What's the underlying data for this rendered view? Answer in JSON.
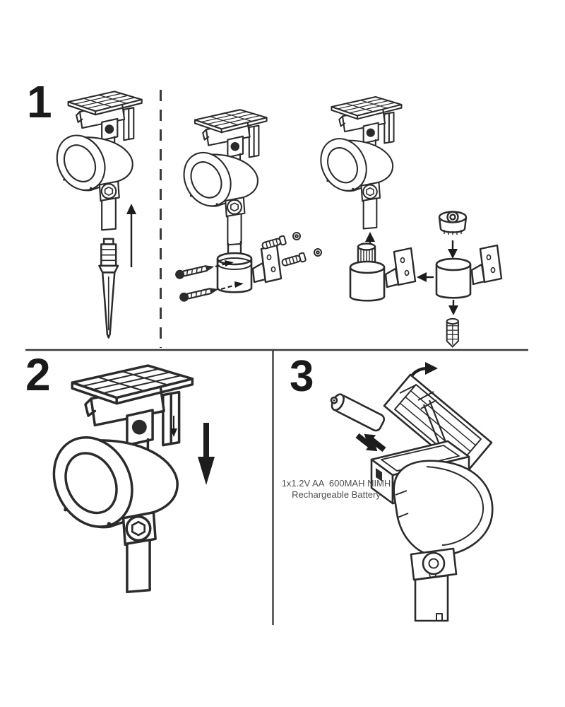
{
  "page": {
    "background": "#ffffff"
  },
  "colors": {
    "line": "#2b2b2b",
    "divider": "#3a3a3a",
    "arrow_fill": "#1d1d1d",
    "number_text": "#1a1a1a",
    "note_text": "#4f4f4f"
  },
  "steps": {
    "step1": {
      "number": "1",
      "illustration": "solar-spotlight-ground-stake-and-wall-mount-options"
    },
    "step2": {
      "number": "2",
      "illustration": "attach-spotlight-head-to-pole"
    },
    "step3": {
      "number": "3",
      "illustration": "open-solar-panel-replace-battery",
      "note_line1": "1x1.2V AA  600MAH NIMH",
      "note_line2": "Rechargeable Battery"
    }
  }
}
